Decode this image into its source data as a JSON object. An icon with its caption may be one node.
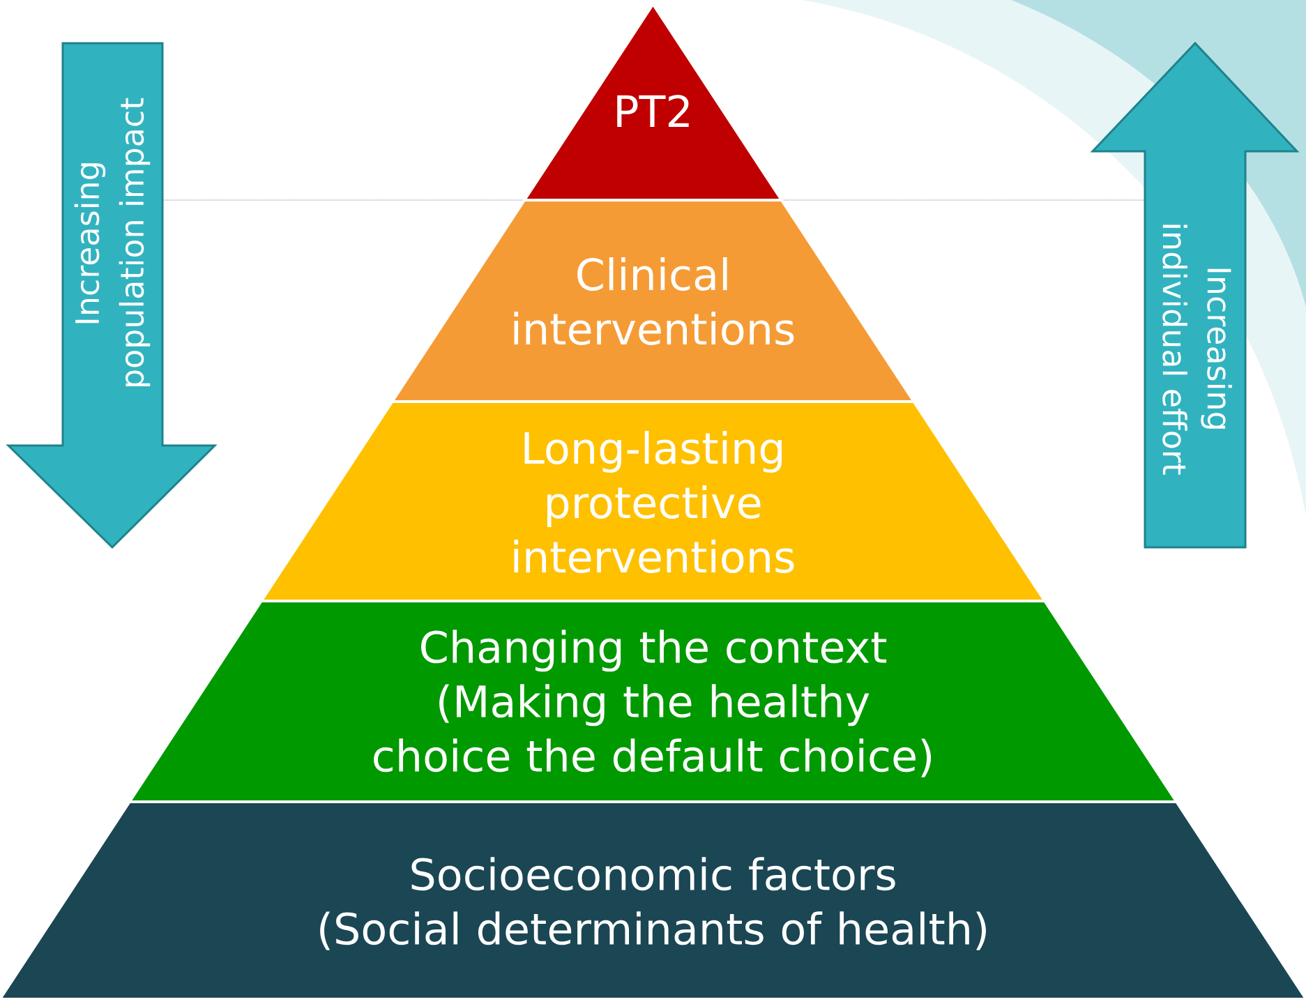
{
  "diagram": {
    "nodes": [
      {
        "text": [
          "Increasing population impact"
        ]
      },
      {
        "text": [
          "PT2"
        ]
      },
      {
        "text": [
          "Clinical interventions"
        ]
      },
      {
        "text": [
          "Long-lasting protective interventions"
        ]
      },
      {
        "text": [
          "Changing the context",
          "(Making the healthy choice the default choice)"
        ]
      },
      {
        "text": [
          "Socioeconomic factors",
          "(Social determinants of health)"
        ]
      },
      {
        "text": [
          "Increasing individual effort"
        ]
      }
    ]
  }
}
